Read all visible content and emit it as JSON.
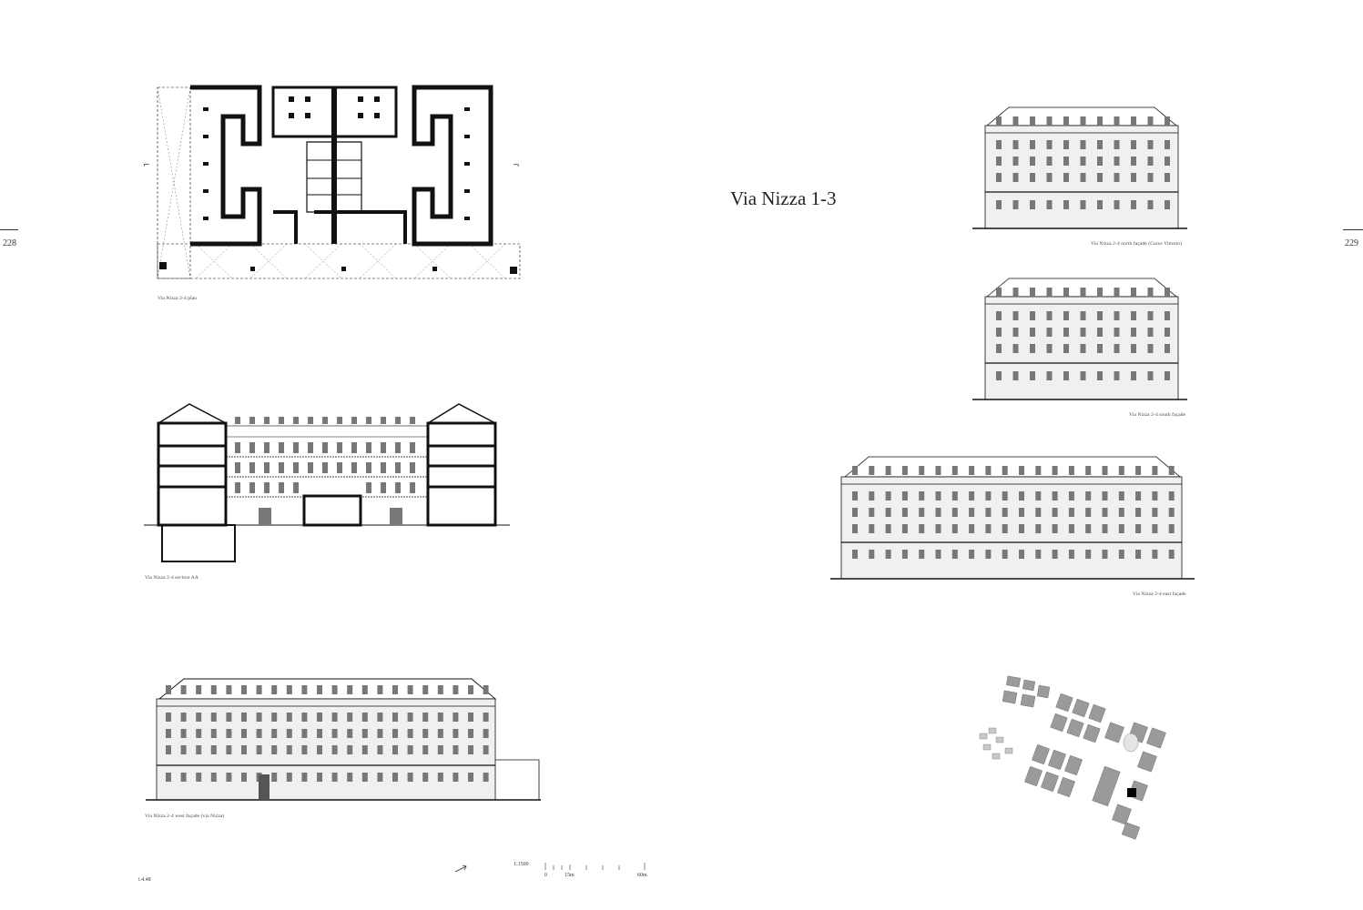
{
  "page_numbers": {
    "left": "228",
    "right": "229"
  },
  "title": "Via Nizza 1-3",
  "captions": {
    "plan": "Via Nizza 2-4 plan",
    "section": "Via Nizza 2-4 section AA",
    "west": "Via Nizza 2-4 west façade (via Nizza)",
    "north": "Via Nizza 2-4 north façade (Corso Vittorio)",
    "south": "Via Nizza 2-4 south façade",
    "east": "Via Nizza 2-4 east façade"
  },
  "figure_id": "i.4.48",
  "scale": {
    "ratio": "1:1500",
    "zero": "0",
    "mid": "15m",
    "end": "60m"
  },
  "colors": {
    "ink": "#111111",
    "masonry": "#8a8a8a",
    "window": "#6f6f6f",
    "site_block": "#9a9a9a",
    "site_highlight": "#000000"
  }
}
